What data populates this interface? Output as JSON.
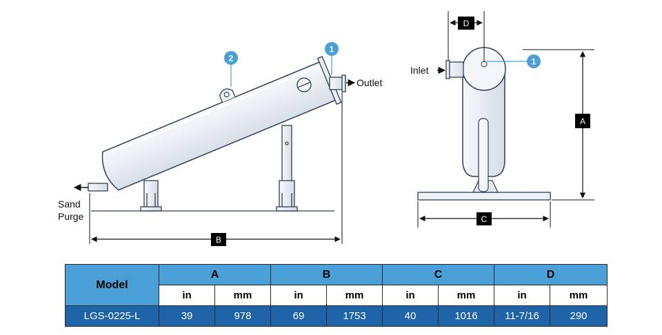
{
  "diagram": {
    "labels": {
      "outlet": "Outlet",
      "inlet": "Inlet",
      "sand_line1": "Sand",
      "sand_line2": "Purge"
    },
    "callouts": [
      "1",
      "2",
      "1"
    ],
    "dimensions": {
      "a": "A",
      "b": "B",
      "c": "C",
      "d": "D"
    },
    "colors": {
      "callout": "#4a9fd6",
      "outline": "#2b3f55",
      "body": "#e9edf3",
      "dimbox": "#000000"
    }
  },
  "table": {
    "model_header": "Model",
    "groups": [
      "A",
      "B",
      "C",
      "D"
    ],
    "units": [
      "in",
      "mm",
      "in",
      "mm",
      "in",
      "mm",
      "in",
      "mm"
    ],
    "row": {
      "model": "LGS-0225-L",
      "values": [
        "39",
        "978",
        "69",
        "1753",
        "40",
        "1016",
        "11-7/16",
        "290"
      ]
    },
    "colors": {
      "header": "#4a9fd6",
      "data": "#1f63a8"
    }
  }
}
